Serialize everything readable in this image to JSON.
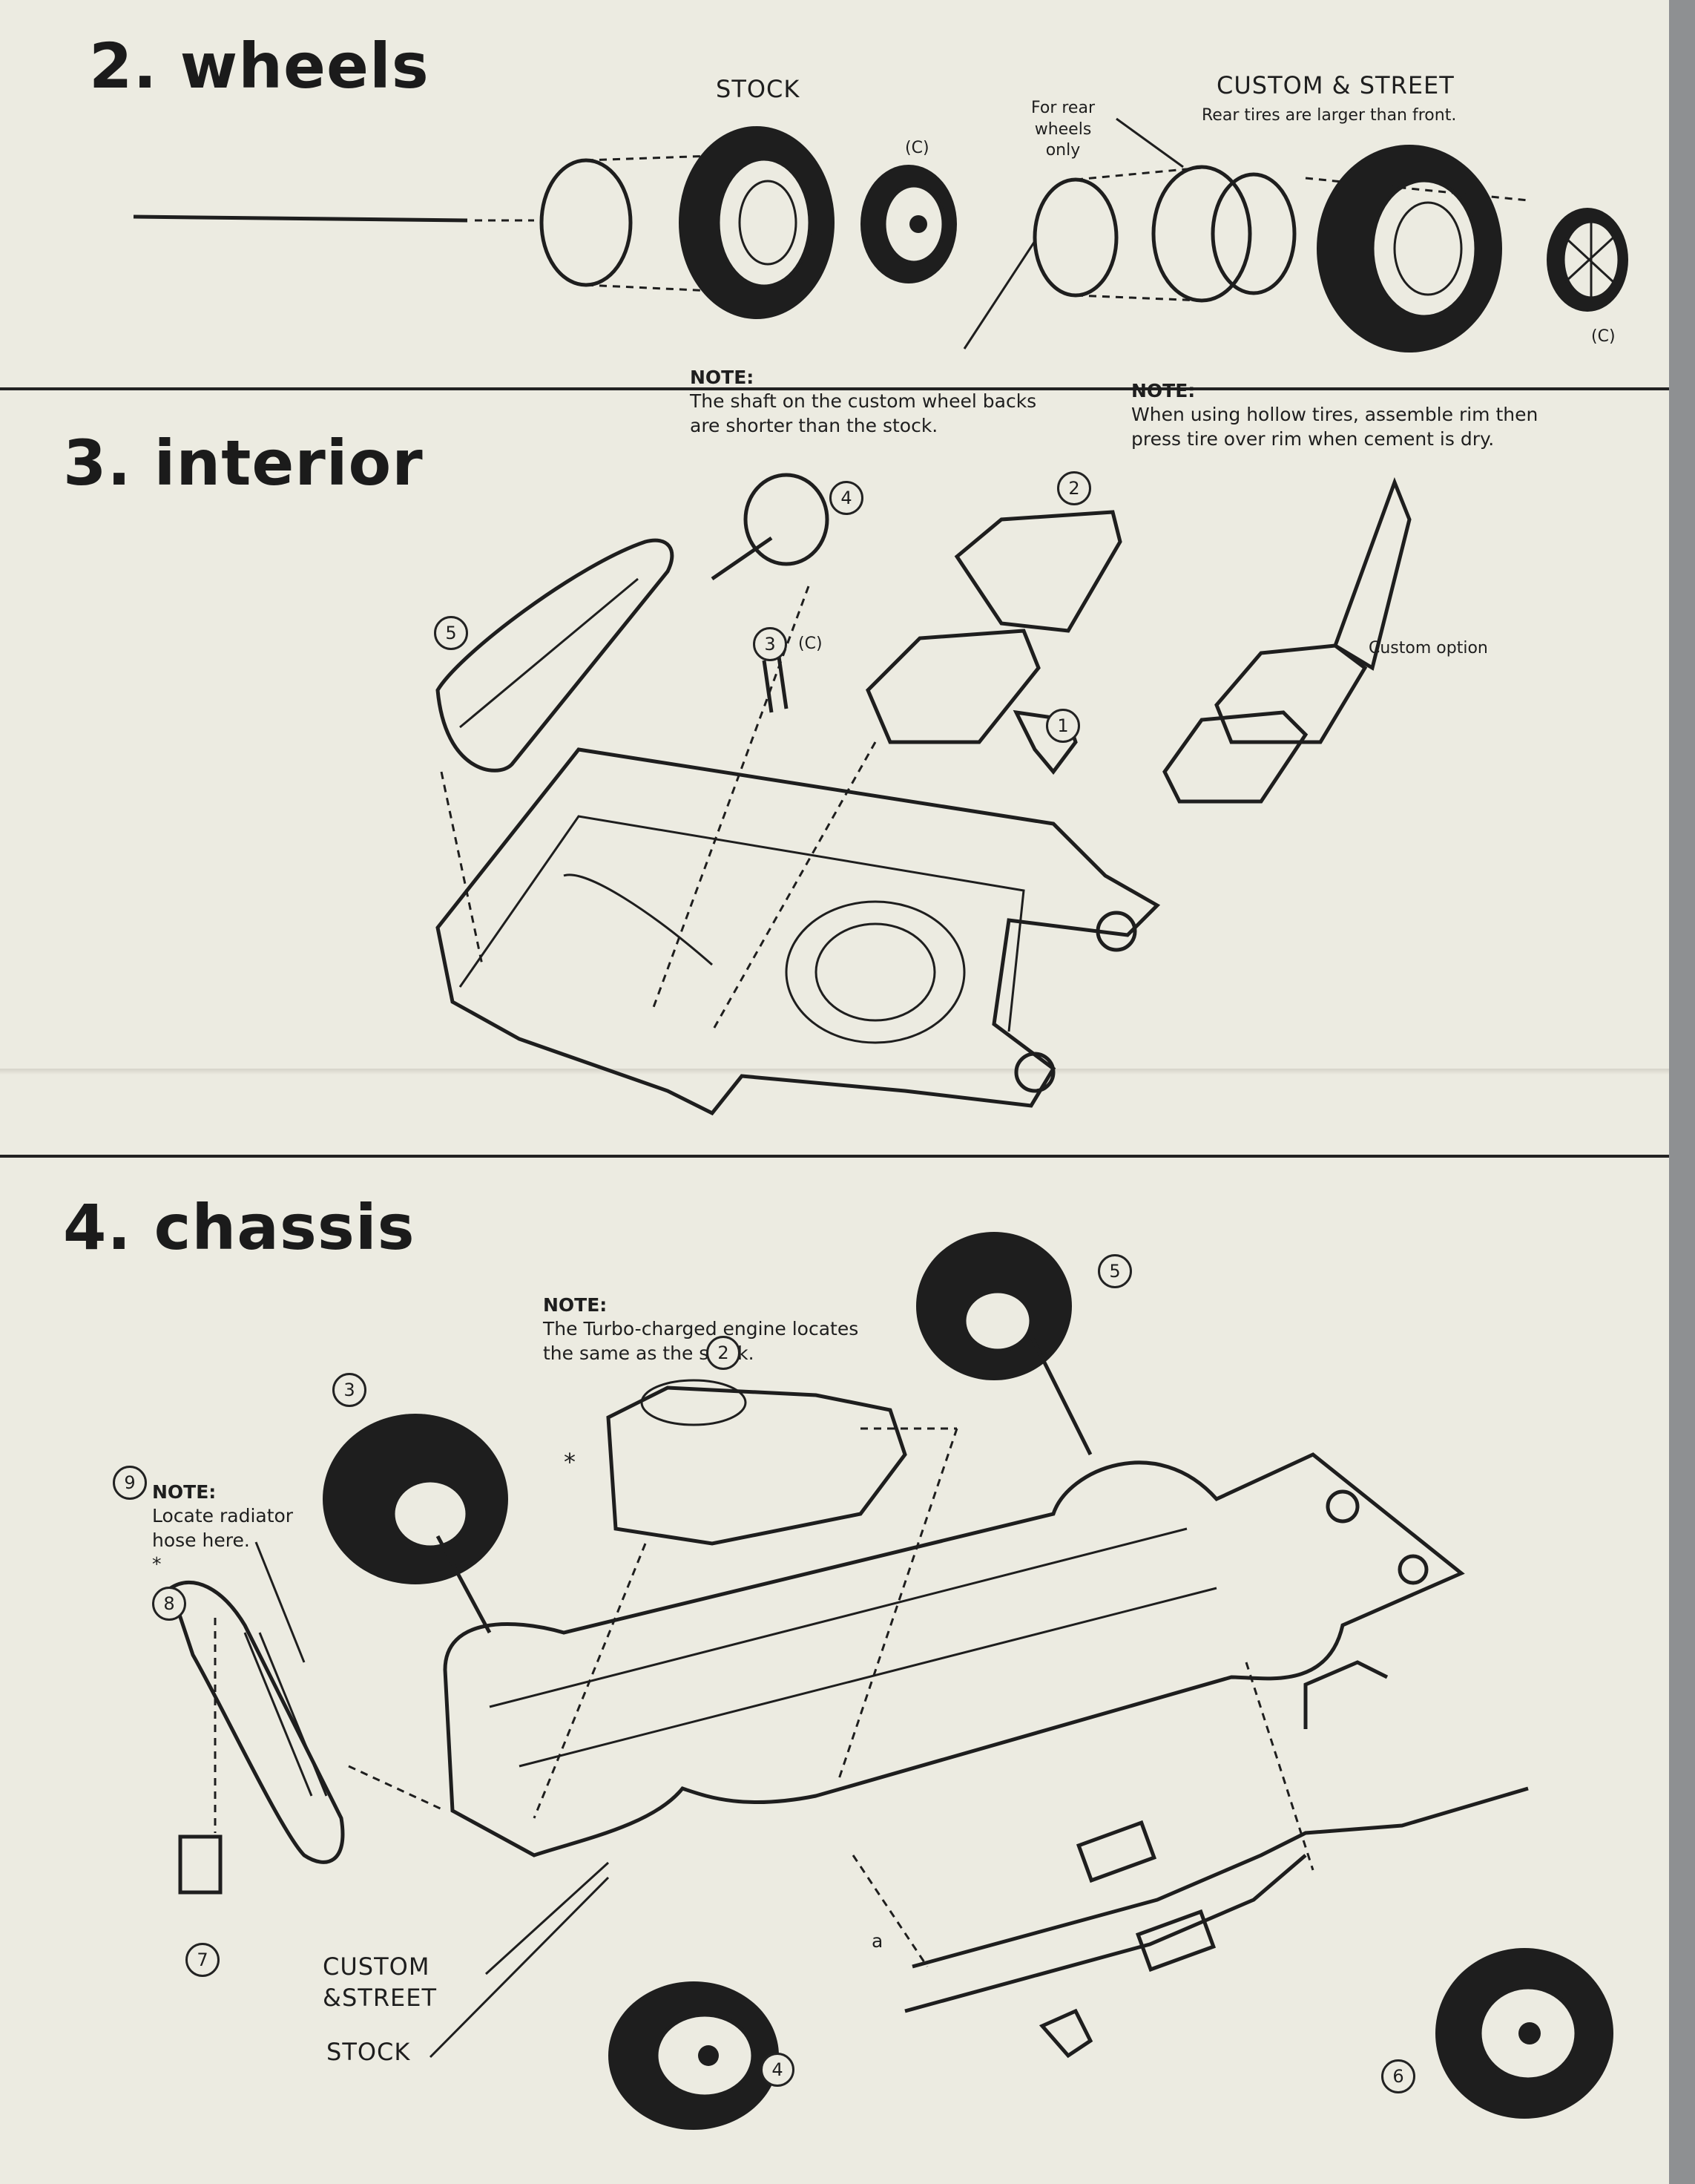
{
  "sections": {
    "wheels": {
      "heading": "2. wheels",
      "stock_label": "STOCK",
      "custom_label": "CUSTOM & STREET",
      "custom_sub": "Rear tires are larger than front.",
      "rear_only": "For rear\nwheels\nonly",
      "c_left": "(C)",
      "c_right": "(C)",
      "note1_label": "NOTE:",
      "note1_text": "The shaft on the custom wheel backs are shorter than the stock.",
      "note2_label": "NOTE:",
      "note2_text": "When using hollow tires, assemble rim then press tire over rim when cement is dry."
    },
    "interior": {
      "heading": "3. interior",
      "c_tag": "(C)",
      "custom_option": "Custom option",
      "callouts": [
        "4",
        "2",
        "5",
        "3",
        "1"
      ]
    },
    "chassis": {
      "heading": "4. chassis",
      "note_engine_label": "NOTE:",
      "note_engine_text": "The Turbo-charged engine locates the same as the stock.",
      "note_hose_label": "NOTE:",
      "note_hose_text": "Locate radiator hose here.",
      "asterisk": "*",
      "custom_street": "CUSTOM\n&STREET",
      "stock": "STOCK",
      "a_tag": "a",
      "callouts": [
        "5",
        "2",
        "3",
        "9",
        "8",
        "7",
        "4",
        "6"
      ]
    }
  },
  "colors": {
    "paper": "#ecebe1",
    "ink": "#1e1e1e",
    "background": "#8e9092"
  }
}
